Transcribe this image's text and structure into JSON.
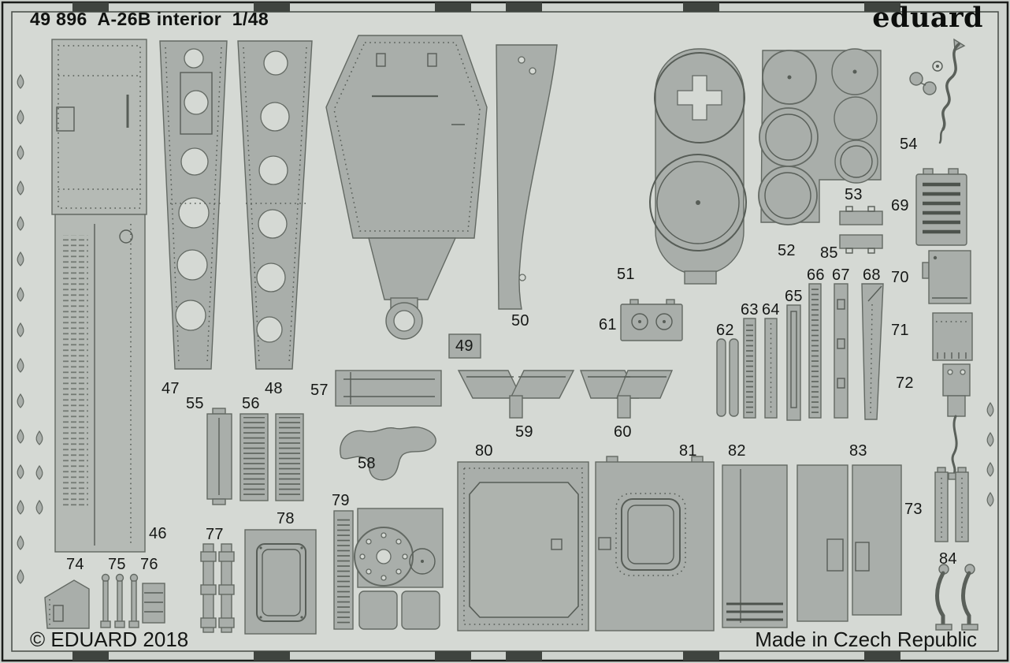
{
  "header": {
    "catalog_title": "49 896  A-26B interior  1/48",
    "brand_logo": "eduard"
  },
  "footer": {
    "copyright": "© EDUARD 2018",
    "made_in": "Made in Czech Republic"
  },
  "sheet": {
    "colors": {
      "background": "#d5d9d4",
      "frame_band": "#ced3ce",
      "part_fill": "#a9aeaa",
      "part_outline": "#636963",
      "edge_tab": "#3f443f",
      "text": "#141614"
    }
  },
  "parts": {
    "46": "46",
    "47": "47",
    "48": "48",
    "49": "49",
    "50": "50",
    "51": "51",
    "52": "52",
    "53": "53",
    "54": "54",
    "55": "55",
    "56": "56",
    "57": "57",
    "58": "58",
    "59": "59",
    "60": "60",
    "61": "61",
    "62": "62",
    "63": "63",
    "64": "64",
    "65": "65",
    "66": "66",
    "67": "67",
    "68": "68",
    "69": "69",
    "70": "70",
    "71": "71",
    "72": "72",
    "73": "73",
    "74": "74",
    "75": "75",
    "76": "76",
    "77": "77",
    "78": "78",
    "79": "79",
    "80": "80",
    "81": "81",
    "82": "82",
    "83": "83",
    "84": "84",
    "85": "85"
  }
}
